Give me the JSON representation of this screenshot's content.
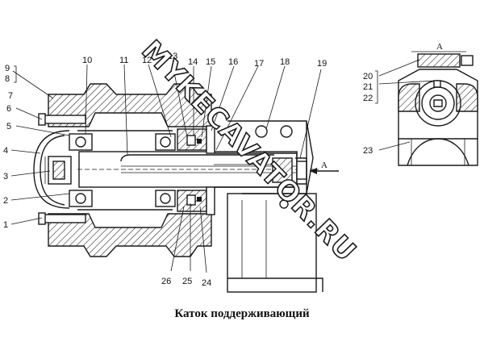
{
  "caption": "Каток поддерживающий",
  "watermark": "MYKECAVATOR.RU",
  "view_letter": "A",
  "callouts": {
    "c1": "1",
    "c2": "2",
    "c3": "3",
    "c4": "4",
    "c5": "5",
    "c6": "6",
    "c7": "7",
    "c8": "8",
    "c9": "9",
    "c10": "10",
    "c11": "11",
    "c12": "12",
    "c13": "13",
    "c14": "14",
    "c15": "15",
    "c16": "16",
    "c17": "17",
    "c18": "18",
    "c19": "19",
    "c20": "20",
    "c21": "21",
    "c22": "22",
    "c23": "23",
    "c24": "24",
    "c25": "25",
    "c26": "26"
  }
}
